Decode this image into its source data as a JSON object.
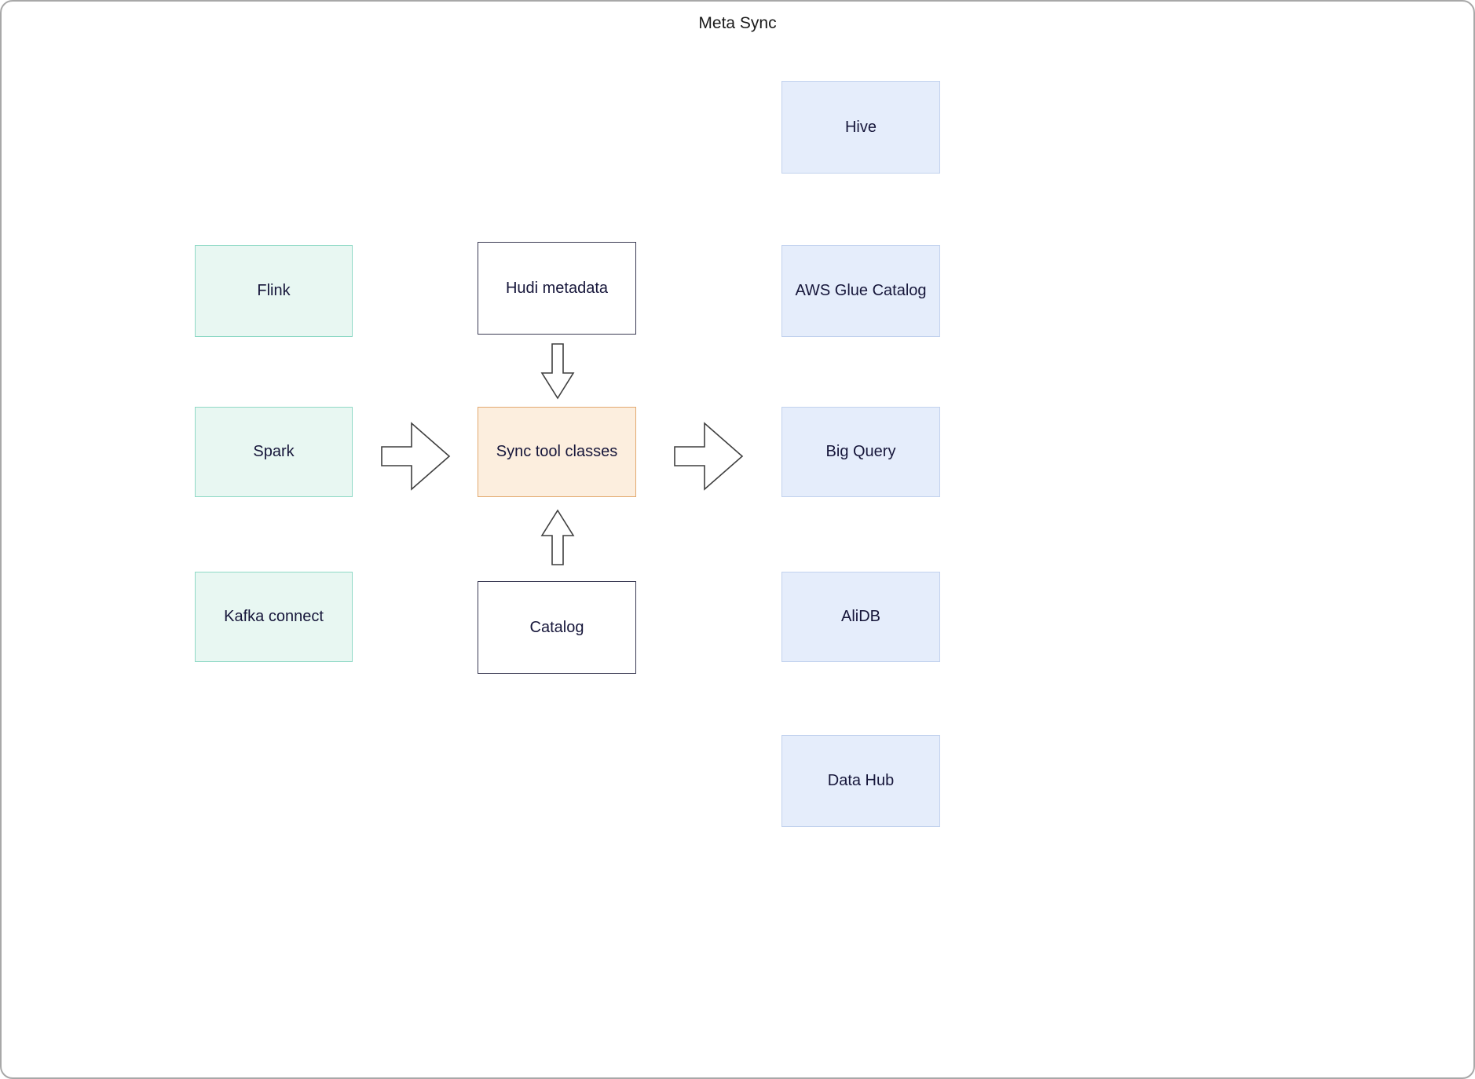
{
  "title": "Meta Sync",
  "nodes": {
    "sources": [
      {
        "label": "Flink"
      },
      {
        "label": "Spark"
      },
      {
        "label": "Kafka connect"
      }
    ],
    "center": {
      "hudi_metadata": "Hudi metadata",
      "sync_tool": "Sync tool classes",
      "catalog": "Catalog"
    },
    "targets": [
      {
        "label": "Hive"
      },
      {
        "label": "AWS Glue Catalog"
      },
      {
        "label": "Big Query"
      },
      {
        "label": "AliDB"
      },
      {
        "label": "Data Hub"
      }
    ]
  },
  "colors": {
    "source_fill": "#e8f7f2",
    "source_border": "#8fd9c6",
    "target_fill": "#e5edfb",
    "target_border": "#c2d2ee",
    "sync_fill": "#fceede",
    "sync_border": "#e3a96f",
    "plain_fill": "#ffffff",
    "plain_border": "#3b3b54",
    "arrow_outline": "#3f3f3f"
  }
}
